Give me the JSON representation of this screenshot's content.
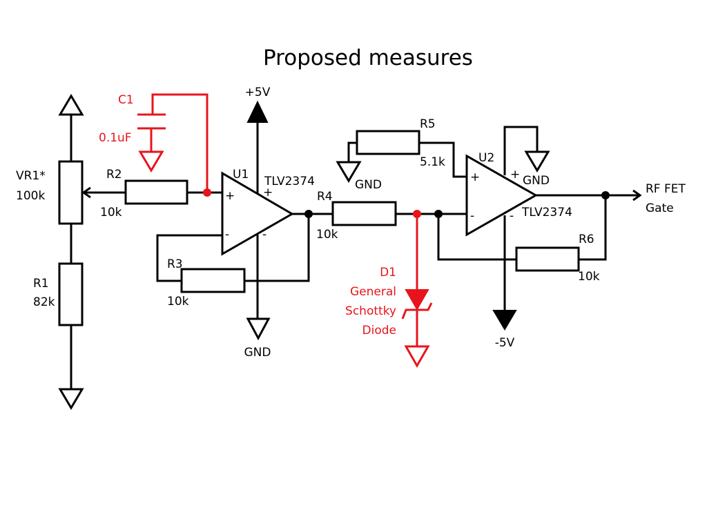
{
  "title": "Proposed measures",
  "colors": {
    "ink": "#000000",
    "highlight": "#e8141b"
  },
  "supplies": {
    "pos": "+5V",
    "neg": "-5V",
    "gnd": "GND"
  },
  "components": {
    "vr1": {
      "ref": "VR1*",
      "value": "100k"
    },
    "r1": {
      "ref": "R1",
      "value": "82k"
    },
    "r2": {
      "ref": "R2",
      "value": "10k"
    },
    "r3": {
      "ref": "R3",
      "value": "10k"
    },
    "r4": {
      "ref": "R4",
      "value": "10k"
    },
    "r5": {
      "ref": "R5",
      "value": "5.1k"
    },
    "r6": {
      "ref": "R6",
      "value": "10k"
    },
    "c1": {
      "ref": "C1",
      "value": "0.1uF"
    },
    "d1": {
      "ref": "D1",
      "desc_line1": "General",
      "desc_line2": "Schottky",
      "desc_line3": "Diode"
    },
    "u1": {
      "ref": "U1",
      "part": "TLV2374",
      "plus": "+",
      "minus": "-"
    },
    "u2": {
      "ref": "U2",
      "part": "TLV2374",
      "plus": "+",
      "minus": "-"
    }
  },
  "output": {
    "line1": "RF FET",
    "line2": "Gate"
  }
}
